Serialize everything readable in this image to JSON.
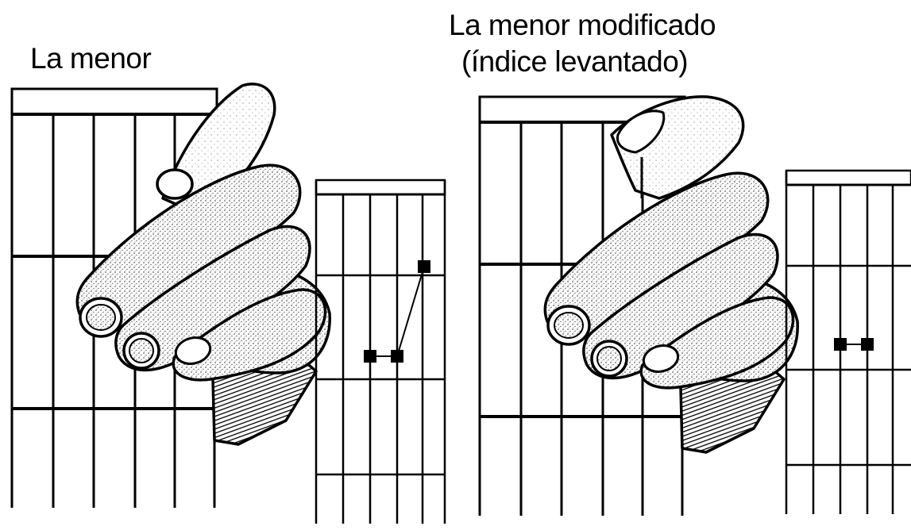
{
  "diagrams": [
    {
      "title": "La menor",
      "fretboard_strings": 6,
      "small_chart_dots": 3
    },
    {
      "title_line1": "La menor modificado",
      "title_line2": "(índice levantado)",
      "fretboard_strings": 6,
      "small_chart_dots": 2
    }
  ],
  "colors": {
    "ink": "#000000",
    "paper": "#ffffff",
    "stipple": "#555555"
  }
}
